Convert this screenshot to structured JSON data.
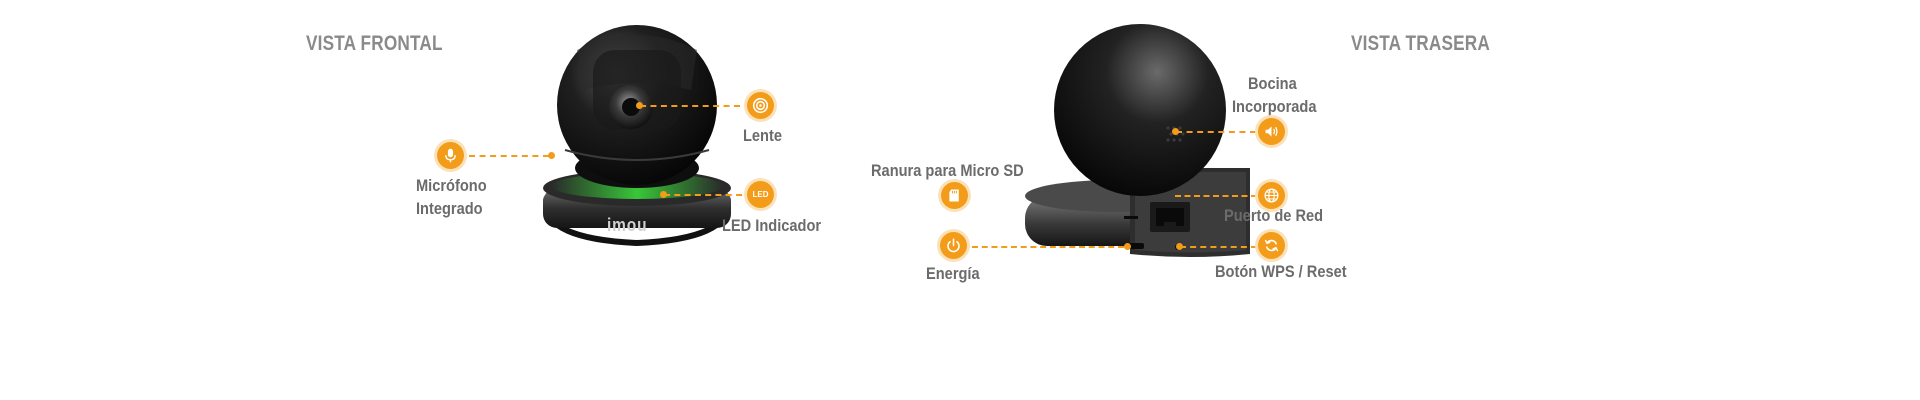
{
  "front": {
    "heading": "VISTA FRONTAL",
    "brand": "imou",
    "labels": {
      "lens": "Lente",
      "mic_line1": "Micrófono",
      "mic_line2": "Integrado",
      "led": "LED Indicador"
    },
    "badges": {
      "lens_icon": "lens-icon",
      "mic_icon": "microphone-icon",
      "led_text": "LED"
    }
  },
  "back": {
    "heading": "VISTA TRASERA",
    "labels": {
      "speaker_line1": "Bocina",
      "speaker_line2": "Incorporada",
      "sd": "Ranura para Micro SD",
      "network": "Puerto de Red",
      "power": "Energía",
      "wps": "Botón WPS / Reset"
    },
    "badges": {
      "speaker_icon": "speaker-icon",
      "sd_icon": "sd-card-icon",
      "network_icon": "globe-icon",
      "power_icon": "power-icon",
      "wps_icon": "reset-icon"
    }
  },
  "colors": {
    "accent": "#f39c19",
    "text": "#6b6b6b",
    "heading": "#8a8a8a",
    "led_green": "#3be23b"
  }
}
